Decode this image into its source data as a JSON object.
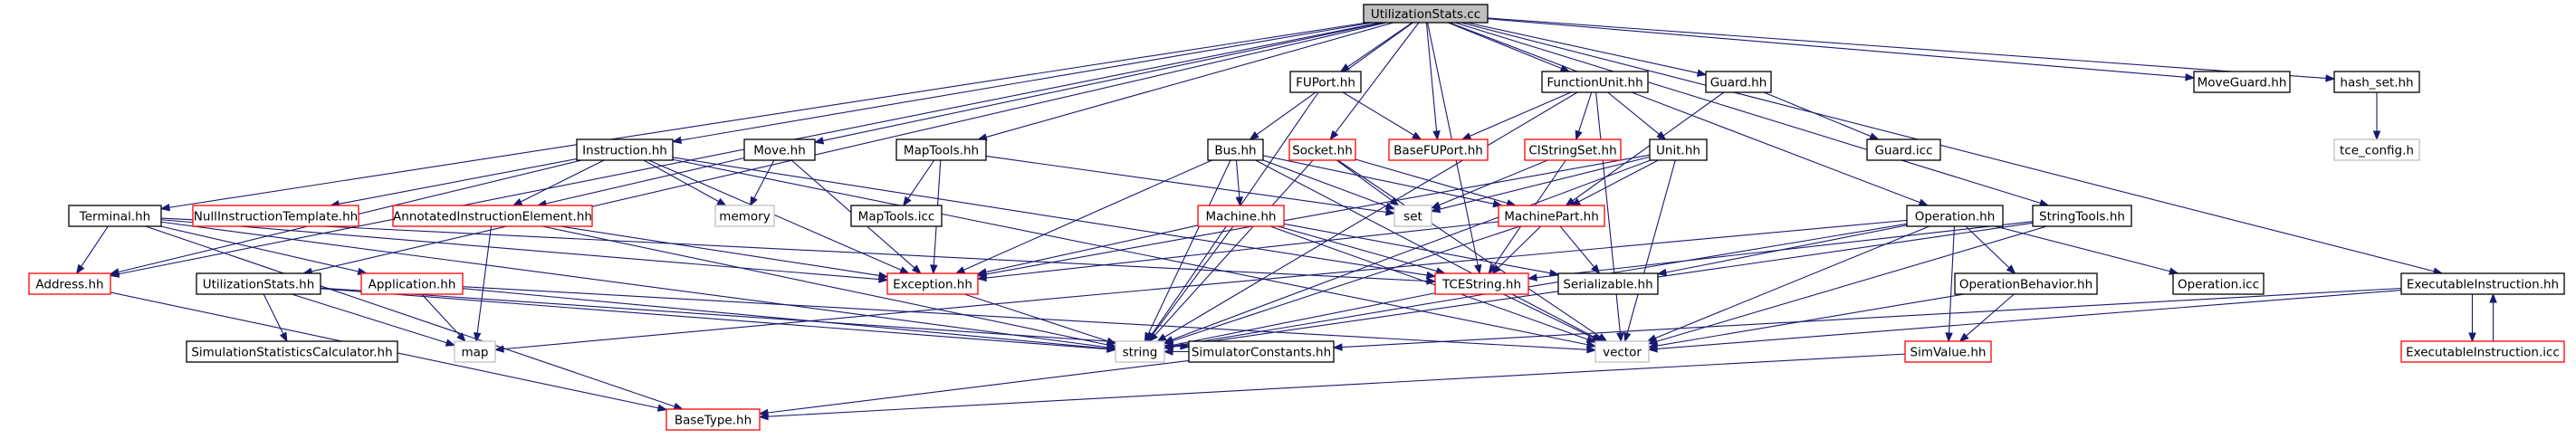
{
  "nodes": [
    {
      "id": "utilizationstats-cc",
      "label": "UtilizationStats.cc",
      "kind": "root"
    },
    {
      "id": "fuport-hh",
      "label": "FUPort.hh",
      "kind": "normal"
    },
    {
      "id": "functionunit-hh",
      "label": "FunctionUnit.hh",
      "kind": "normal"
    },
    {
      "id": "guard-hh",
      "label": "Guard.hh",
      "kind": "normal"
    },
    {
      "id": "moveguard-hh",
      "label": "MoveGuard.hh",
      "kind": "normal"
    },
    {
      "id": "hash-set-hh",
      "label": "hash_set.hh",
      "kind": "normal"
    },
    {
      "id": "tce-config-h",
      "label": "tce_config.h",
      "kind": "external"
    },
    {
      "id": "guard-icc",
      "label": "Guard.icc",
      "kind": "normal"
    },
    {
      "id": "instruction-hh",
      "label": "Instruction.hh",
      "kind": "normal"
    },
    {
      "id": "move-hh",
      "label": "Move.hh",
      "kind": "normal"
    },
    {
      "id": "maptools-hh",
      "label": "MapTools.hh",
      "kind": "normal"
    },
    {
      "id": "bus-hh",
      "label": "Bus.hh",
      "kind": "normal"
    },
    {
      "id": "socket-hh",
      "label": "Socket.hh",
      "kind": "missing"
    },
    {
      "id": "basefuport-hh",
      "label": "BaseFUPort.hh",
      "kind": "missing"
    },
    {
      "id": "cistringset-hh",
      "label": "CIStringSet.hh",
      "kind": "missing"
    },
    {
      "id": "unit-hh",
      "label": "Unit.hh",
      "kind": "normal"
    },
    {
      "id": "nullinstructiontemplate-hh",
      "label": "NullInstructionTemplate.hh",
      "kind": "missing"
    },
    {
      "id": "memory",
      "label": "memory",
      "kind": "external"
    },
    {
      "id": "maptools-icc",
      "label": "MapTools.icc",
      "kind": "normal"
    },
    {
      "id": "set",
      "label": "set",
      "kind": "external"
    },
    {
      "id": "machine-hh",
      "label": "Machine.hh",
      "kind": "missing"
    },
    {
      "id": "machinepart-hh",
      "label": "MachinePart.hh",
      "kind": "missing"
    },
    {
      "id": "terminal-hh",
      "label": "Terminal.hh",
      "kind": "normal"
    },
    {
      "id": "annotatedinstructionelement-hh",
      "label": "AnnotatedInstructionElement.hh",
      "kind": "missing"
    },
    {
      "id": "operation-hh",
      "label": "Operation.hh",
      "kind": "normal"
    },
    {
      "id": "stringtools-hh",
      "label": "StringTools.hh",
      "kind": "normal"
    },
    {
      "id": "executableinstruction-hh",
      "label": "ExecutableInstruction.hh",
      "kind": "normal"
    },
    {
      "id": "address-hh",
      "label": "Address.hh",
      "kind": "missing"
    },
    {
      "id": "utilizationstats-hh",
      "label": "UtilizationStats.hh",
      "kind": "normal"
    },
    {
      "id": "application-hh",
      "label": "Application.hh",
      "kind": "missing"
    },
    {
      "id": "exception-hh",
      "label": "Exception.hh",
      "kind": "missing"
    },
    {
      "id": "tcestring-hh",
      "label": "TCEString.hh",
      "kind": "missing"
    },
    {
      "id": "serializable-hh",
      "label": "Serializable.hh",
      "kind": "normal"
    },
    {
      "id": "operationbehavior-hh",
      "label": "OperationBehavior.hh",
      "kind": "normal"
    },
    {
      "id": "operation-icc",
      "label": "Operation.icc",
      "kind": "normal"
    },
    {
      "id": "simulationstatisticscalculator-hh",
      "label": "SimulationStatisticsCalculator.hh",
      "kind": "normal"
    },
    {
      "id": "map",
      "label": "map",
      "kind": "external"
    },
    {
      "id": "string",
      "label": "string",
      "kind": "external"
    },
    {
      "id": "simulatorconstants-hh",
      "label": "SimulatorConstants.hh",
      "kind": "normal"
    },
    {
      "id": "vector",
      "label": "vector",
      "kind": "external"
    },
    {
      "id": "simvalue-hh",
      "label": "SimValue.hh",
      "kind": "missing"
    },
    {
      "id": "executableinstruction-icc",
      "label": "ExecutableInstruction.icc",
      "kind": "missing"
    },
    {
      "id": "basetype-hh",
      "label": "BaseType.hh",
      "kind": "missing"
    }
  ],
  "edges": [
    [
      "utilizationstats-cc",
      "fuport-hh"
    ],
    [
      "utilizationstats-cc",
      "functionunit-hh"
    ],
    [
      "utilizationstats-cc",
      "guard-hh"
    ],
    [
      "utilizationstats-cc",
      "moveguard-hh"
    ],
    [
      "utilizationstats-cc",
      "hash-set-hh"
    ],
    [
      "utilizationstats-cc",
      "instruction-hh"
    ],
    [
      "utilizationstats-cc",
      "move-hh"
    ],
    [
      "utilizationstats-cc",
      "maptools-hh"
    ],
    [
      "utilizationstats-cc",
      "bus-hh"
    ],
    [
      "utilizationstats-cc",
      "socket-hh"
    ],
    [
      "utilizationstats-cc",
      "basefuport-hh"
    ],
    [
      "utilizationstats-cc",
      "terminal-hh"
    ],
    [
      "utilizationstats-cc",
      "operation-hh"
    ],
    [
      "utilizationstats-cc",
      "stringtools-hh"
    ],
    [
      "utilizationstats-cc",
      "executableinstruction-hh"
    ],
    [
      "utilizationstats-cc",
      "address-hh"
    ],
    [
      "utilizationstats-cc",
      "utilizationstats-hh"
    ],
    [
      "utilizationstats-cc",
      "tcestring-hh"
    ],
    [
      "hash-set-hh",
      "tce-config-h"
    ],
    [
      "fuport-hh",
      "basefuport-hh"
    ],
    [
      "fuport-hh",
      "string"
    ],
    [
      "functionunit-hh",
      "basefuport-hh"
    ],
    [
      "functionunit-hh",
      "cistringset-hh"
    ],
    [
      "functionunit-hh",
      "unit-hh"
    ],
    [
      "functionunit-hh",
      "vector"
    ],
    [
      "functionunit-hh",
      "string"
    ],
    [
      "guard-hh",
      "guard-icc"
    ],
    [
      "guard-hh",
      "machinepart-hh"
    ],
    [
      "instruction-hh",
      "nullinstructiontemplate-hh"
    ],
    [
      "instruction-hh",
      "annotatedinstructionelement-hh"
    ],
    [
      "instruction-hh",
      "memory"
    ],
    [
      "instruction-hh",
      "exception-hh"
    ],
    [
      "instruction-hh",
      "address-hh"
    ],
    [
      "instruction-hh",
      "vector"
    ],
    [
      "instruction-hh",
      "tcestring-hh"
    ],
    [
      "move-hh",
      "memory"
    ],
    [
      "move-hh",
      "annotatedinstructionelement-hh"
    ],
    [
      "move-hh",
      "exception-hh"
    ],
    [
      "maptools-hh",
      "maptools-icc"
    ],
    [
      "maptools-hh",
      "set"
    ],
    [
      "maptools-hh",
      "exception-hh"
    ],
    [
      "bus-hh",
      "machine-hh"
    ],
    [
      "bus-hh",
      "machinepart-hh"
    ],
    [
      "bus-hh",
      "exception-hh"
    ],
    [
      "bus-hh",
      "string"
    ],
    [
      "bus-hh",
      "vector"
    ],
    [
      "bus-hh",
      "set"
    ],
    [
      "socket-hh",
      "set"
    ],
    [
      "socket-hh",
      "machinepart-hh"
    ],
    [
      "socket-hh",
      "string"
    ],
    [
      "socket-hh",
      "vector"
    ],
    [
      "cistringset-hh",
      "set"
    ],
    [
      "cistringset-hh",
      "tcestring-hh"
    ],
    [
      "unit-hh",
      "set"
    ],
    [
      "unit-hh",
      "machinepart-hh"
    ],
    [
      "unit-hh",
      "exception-hh"
    ],
    [
      "unit-hh",
      "string"
    ],
    [
      "unit-hh",
      "vector"
    ],
    [
      "machine-hh",
      "exception-hh"
    ],
    [
      "machine-hh",
      "string"
    ],
    [
      "machine-hh",
      "vector"
    ],
    [
      "machine-hh",
      "tcestring-hh"
    ],
    [
      "machine-hh",
      "serializable-hh"
    ],
    [
      "machinepart-hh",
      "exception-hh"
    ],
    [
      "machinepart-hh",
      "tcestring-hh"
    ],
    [
      "machinepart-hh",
      "serializable-hh"
    ],
    [
      "machinepart-hh",
      "string"
    ],
    [
      "annotatedinstructionelement-hh",
      "map"
    ],
    [
      "annotatedinstructionelement-hh",
      "exception-hh"
    ],
    [
      "annotatedinstructionelement-hh",
      "string"
    ],
    [
      "terminal-hh",
      "address-hh"
    ],
    [
      "terminal-hh",
      "application-hh"
    ],
    [
      "terminal-hh",
      "exception-hh"
    ],
    [
      "terminal-hh",
      "tcestring-hh"
    ],
    [
      "terminal-hh",
      "string"
    ],
    [
      "terminal-hh",
      "basetype-hh"
    ],
    [
      "utilizationstats-hh",
      "simulationstatisticscalculator-hh"
    ],
    [
      "utilizationstats-hh",
      "map"
    ],
    [
      "utilizationstats-hh",
      "string"
    ],
    [
      "utilizationstats-hh",
      "simulatorconstants-hh"
    ],
    [
      "application-hh",
      "map"
    ],
    [
      "application-hh",
      "string"
    ],
    [
      "application-hh",
      "vector"
    ],
    [
      "exception-hh",
      "string"
    ],
    [
      "tcestring-hh",
      "string"
    ],
    [
      "tcestring-hh",
      "vector"
    ],
    [
      "operation-hh",
      "operationbehavior-hh"
    ],
    [
      "operation-hh",
      "operation-icc"
    ],
    [
      "operation-hh",
      "serializable-hh"
    ],
    [
      "operation-hh",
      "string"
    ],
    [
      "operation-hh",
      "vector"
    ],
    [
      "operation-hh",
      "simvalue-hh"
    ],
    [
      "operation-hh",
      "map"
    ],
    [
      "operationbehavior-hh",
      "vector"
    ],
    [
      "operationbehavior-hh",
      "simvalue-hh"
    ],
    [
      "stringtools-hh",
      "tcestring-hh"
    ],
    [
      "stringtools-hh",
      "string"
    ],
    [
      "stringtools-hh",
      "vector"
    ],
    [
      "executableinstruction-hh",
      "executableinstruction-icc"
    ],
    [
      "executableinstruction-icc",
      "executableinstruction-hh"
    ],
    [
      "executableinstruction-hh",
      "vector"
    ],
    [
      "executableinstruction-hh",
      "simulatorconstants-hh"
    ],
    [
      "address-hh",
      "basetype-hh"
    ],
    [
      "simvalue-hh",
      "basetype-hh"
    ],
    [
      "simulatorconstants-hh",
      "basetype-hh"
    ],
    [
      "simulatorconstants-hh",
      "string"
    ]
  ]
}
